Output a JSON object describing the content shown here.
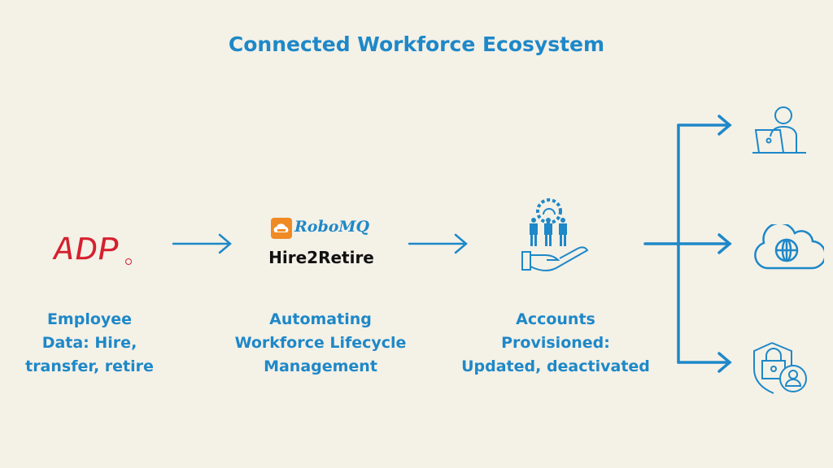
{
  "title": "Connected Workforce Ecosystem",
  "steps": [
    {
      "logo": "ADP",
      "lines": [
        "Employee",
        "Data: Hire,",
        "transfer, retire"
      ]
    },
    {
      "logo": "RoboMQ",
      "product": "Hire2Retire",
      "lines": [
        "Automating",
        "Workforce Lifecycle",
        "Management"
      ]
    },
    {
      "icon": "hand-people-gear-icon",
      "lines": [
        "Accounts",
        "Provisioned:",
        "Updated, deactivated"
      ]
    }
  ],
  "targets": [
    "person-laptop-icon",
    "cloud-globe-icon",
    "shield-lock-user-icon"
  ],
  "colors": {
    "accent": "#1e88c8",
    "adp": "#d5202f",
    "robomq": "#f08a24",
    "background": "#f4f1e7"
  }
}
